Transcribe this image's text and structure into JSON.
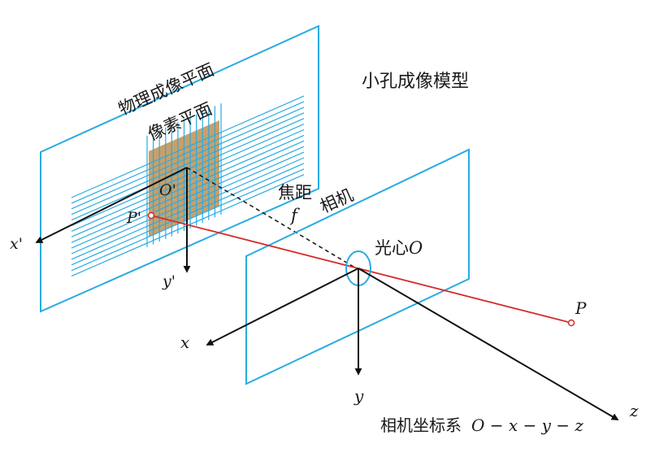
{
  "labels": {
    "title": "小孔成像模型",
    "physical_plane": "物理成像平面",
    "pixel_plane": "像素平面",
    "principal_point": "O'",
    "image_point": "P'",
    "image_x_axis": "x'",
    "image_y_axis": "y'",
    "focal_length": "焦距",
    "focal_symbol": "f",
    "camera": "相机",
    "optical_center": "光心",
    "optical_center_symbol": "O",
    "world_point": "P",
    "cam_x_axis": "x",
    "cam_y_axis": "y",
    "cam_z_axis": "z",
    "camera_frame_caption": "相机坐标系",
    "camera_frame_expr": "O − x − y − z"
  },
  "colors": {
    "plane_border": "#29abe2",
    "pixel_grid": "#29abe2",
    "pixel_fill": "#c8a06a",
    "ray": "#d62b2b",
    "axis": "#111111",
    "text": "#1a1a1a"
  }
}
